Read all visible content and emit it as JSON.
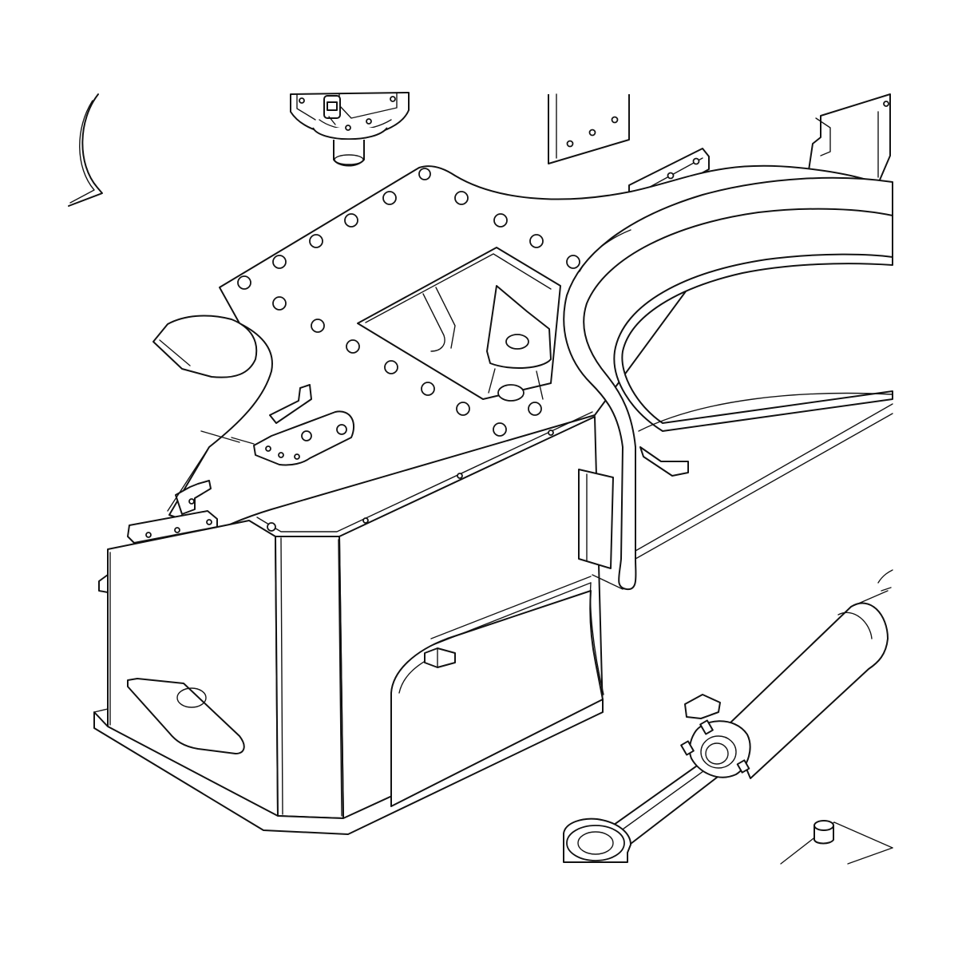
{
  "figure": {
    "background": "#ffffff",
    "line_color": "#111111",
    "style": "isometric line drawing",
    "components": [
      "pivot-housing",
      "grease-fitting",
      "upper-bolt-plate",
      "turntable-ring",
      "main-frame",
      "mounting-tabs",
      "hydraulic-cylinder",
      "pin-boss"
    ]
  }
}
